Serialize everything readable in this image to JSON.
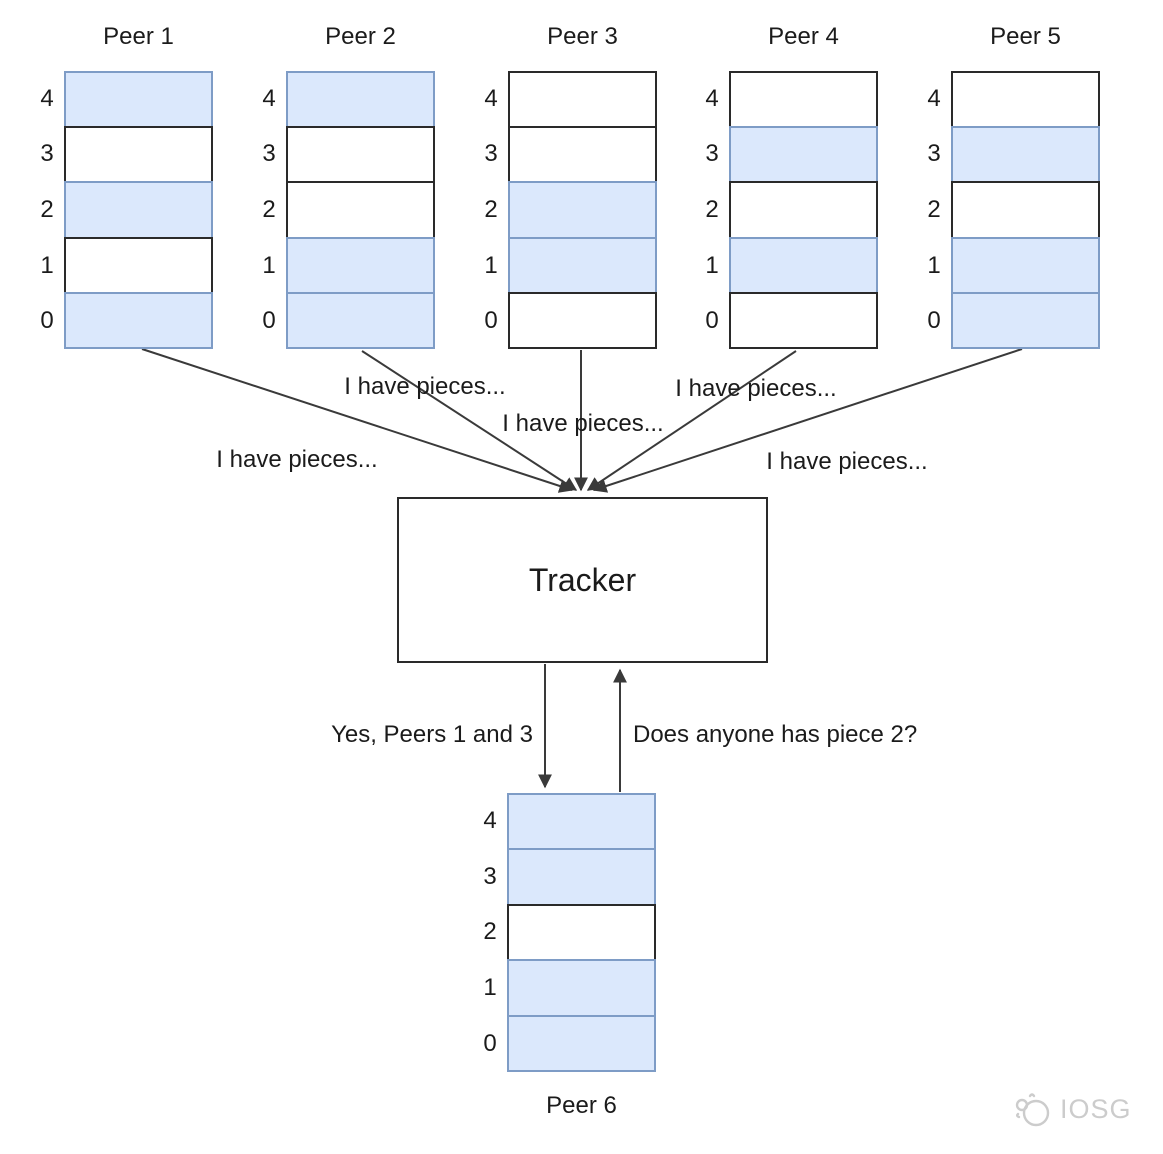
{
  "peers": [
    {
      "name": "Peer 1",
      "cells_top_to_bottom": [
        "filled",
        "empty",
        "filled",
        "empty",
        "filled"
      ]
    },
    {
      "name": "Peer 2",
      "cells_top_to_bottom": [
        "filled",
        "empty",
        "empty",
        "filled",
        "filled"
      ]
    },
    {
      "name": "Peer 3",
      "cells_top_to_bottom": [
        "empty",
        "empty",
        "filled",
        "filled",
        "empty"
      ]
    },
    {
      "name": "Peer 4",
      "cells_top_to_bottom": [
        "empty",
        "filled",
        "empty",
        "filled",
        "empty"
      ]
    },
    {
      "name": "Peer 5",
      "cells_top_to_bottom": [
        "empty",
        "filled",
        "empty",
        "filled",
        "filled"
      ]
    },
    {
      "name": "Peer 6",
      "cells_top_to_bottom": [
        "filled",
        "filled",
        "empty",
        "filled",
        "filled"
      ]
    }
  ],
  "piece_row_labels": [
    "4",
    "3",
    "2",
    "1",
    "0"
  ],
  "tracker": {
    "label": "Tracker"
  },
  "messages": {
    "announce": "I have pieces...",
    "tracker_reply": "Yes, Peers 1 and 3",
    "peer6_query": "Does anyone has piece 2?"
  },
  "watermark": {
    "label": "IOSG"
  },
  "colors": {
    "background": "#ffffff",
    "piece_filled_fill": "#dbe8fc",
    "piece_filled_border": "#7e9cc6",
    "piece_empty_fill": "#ffffff",
    "piece_empty_border": "#2a2a2a",
    "box_border": "#2a2a2a",
    "arrow": "#3a3a3a",
    "text": "#1b1b1b",
    "watermark": "#cccccc"
  }
}
